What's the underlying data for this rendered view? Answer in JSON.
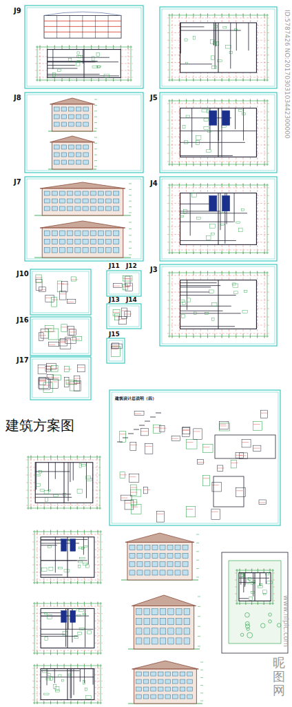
{
  "diagram": {
    "title": "建筑方案图",
    "labels": [
      "J9",
      "J8",
      "J7",
      "J5",
      "J4",
      "J3",
      "J10",
      "J16",
      "J17",
      "J11",
      "J12",
      "J13",
      "J14",
      "J15",
      "建筑设计总说明（四）",
      "ID:5787426 NO:20170303103442300000",
      "昵图网",
      "www.nipic.com"
    ]
  }
}
